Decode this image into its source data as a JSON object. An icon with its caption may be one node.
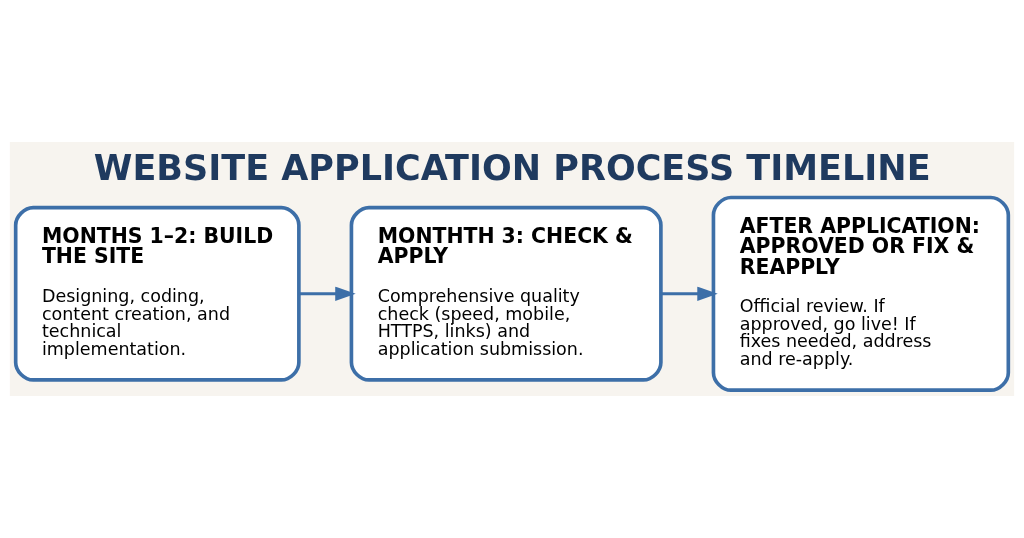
{
  "diagram": {
    "title": "WEBSITE APPLICATION PROCESS TIMELINE",
    "nodes": [
      {
        "text": [
          "MONTHS 1–2: BUILD THE SITE",
          "Designing, coding, content creation, and technical implementation."
        ]
      },
      {
        "text": [
          "MONTHTH 3: CHECK & APPLY",
          "Comprehensive quality check (speed, mobile, HTTPS, links) and application submission."
        ]
      },
      {
        "text": [
          "AFTER APPLICATION: APPROVED OR FIX & REAPPLY",
          "Official review. If approved, go live! If fixes needed, address and re-apply."
        ]
      }
    ],
    "edges": [
      {
        "from": 0,
        "to": 1,
        "arrow": "to"
      },
      {
        "from": 1,
        "to": 2,
        "arrow": "to"
      }
    ]
  }
}
